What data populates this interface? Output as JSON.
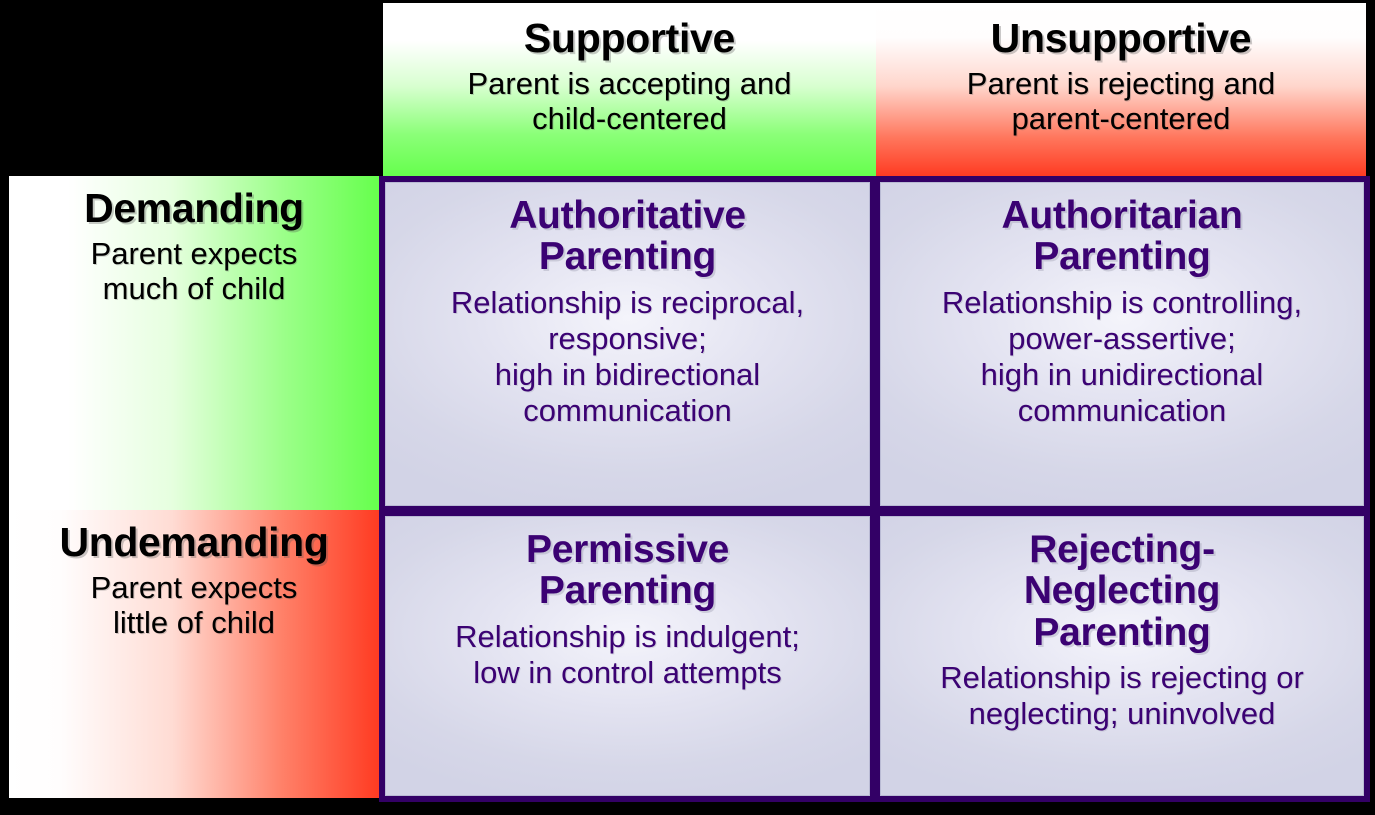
{
  "figure": {
    "kind": "two-by-two-matrix",
    "accent_border_color": "#330066",
    "quadrant_text_color": "#3B0273",
    "quadrant_background_color": "#D6D7E8",
    "supportive_accent_color": "#66FF4D",
    "unsupportive_accent_color": "#FF3B22",
    "outer_background_color": "#000000"
  },
  "corner": {
    "label": ""
  },
  "column_headers": [
    {
      "id": "supportive",
      "title": "Supportive",
      "description_line1": "Parent is accepting and",
      "description_line2": "child-centered"
    },
    {
      "id": "unsupportive",
      "title": "Unsupportive",
      "description_line1": "Parent is rejecting and",
      "description_line2": "parent-centered"
    }
  ],
  "row_headers": [
    {
      "id": "demanding",
      "title": "Demanding",
      "description_line1": "Parent expects",
      "description_line2": "much of child"
    },
    {
      "id": "undemanding",
      "title": "Undemanding",
      "description_line1": "Parent expects",
      "description_line2": "little of child"
    }
  ],
  "quadrants": [
    {
      "id": "authoritative",
      "row": "demanding",
      "column": "supportive",
      "title_line1": "Authoritative",
      "title_line2": "Parenting",
      "description_line1": "Relationship is reciprocal,",
      "description_line2": "responsive;",
      "description_line3": "high in bidirectional",
      "description_line4": "communication"
    },
    {
      "id": "authoritarian",
      "row": "demanding",
      "column": "unsupportive",
      "title_line1": "Authoritarian",
      "title_line2": "Parenting",
      "description_line1": "Relationship is controlling,",
      "description_line2": "power-assertive;",
      "description_line3": "high in unidirectional",
      "description_line4": "communication"
    },
    {
      "id": "permissive",
      "row": "undemanding",
      "column": "supportive",
      "title_line1": "Permissive",
      "title_line2": "Parenting",
      "description_line1": "Relationship is indulgent;",
      "description_line2": "low in control attempts",
      "description_line3": "",
      "description_line4": ""
    },
    {
      "id": "rejecting-neglecting",
      "row": "undemanding",
      "column": "unsupportive",
      "title_line1": "Rejecting-",
      "title_line2": "Neglecting",
      "title_line3": "Parenting",
      "description_line1": "Relationship is rejecting or",
      "description_line2": "neglecting; uninvolved",
      "description_line3": "",
      "description_line4": ""
    }
  ]
}
